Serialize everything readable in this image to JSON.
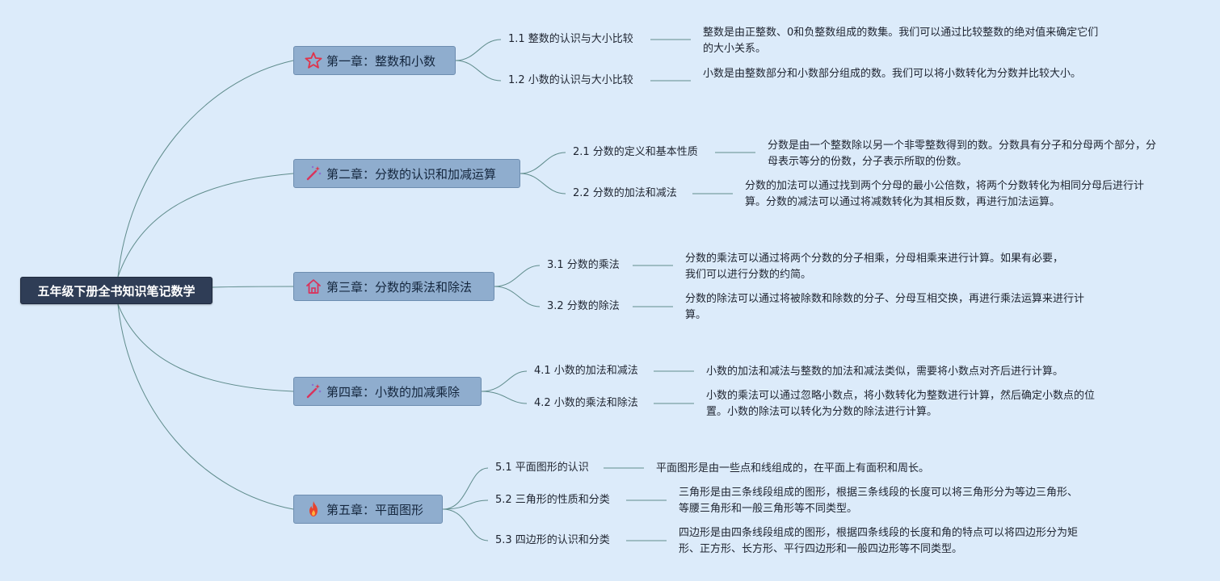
{
  "root": {
    "title": "五年级下册全书知识笔记数学"
  },
  "colors": {
    "background": "#dcebfa",
    "root_fill": "#2f3d56",
    "chapter_fill": "#8fadce",
    "connector": "#5f8c8c"
  },
  "chapters": [
    {
      "title": "第一章：整数和小数",
      "icon": "star-icon",
      "topics": [
        {
          "title": "1.1 整数的认识与大小比较",
          "desc": "整数是由正整数、0和负整数组成的数集。我们可以通过比较整数的绝对值来确定它们的大小关系。"
        },
        {
          "title": "1.2 小数的认识与大小比较",
          "desc": "小数是由整数部分和小数部分组成的数。我们可以将小数转化为分数并比较大小。"
        }
      ]
    },
    {
      "title": "第二章：分数的认识和加减运算",
      "icon": "magic-wand-icon",
      "topics": [
        {
          "title": "2.1 分数的定义和基本性质",
          "desc": "分数是由一个整数除以另一个非零整数得到的数。分数具有分子和分母两个部分，分母表示等分的份数，分子表示所取的份数。"
        },
        {
          "title": "2.2 分数的加法和减法",
          "desc": "分数的加法可以通过找到两个分母的最小公倍数，将两个分数转化为相同分母后进行计算。分数的减法可以通过将减数转化为其相反数，再进行加法运算。"
        }
      ]
    },
    {
      "title": "第三章：分数的乘法和除法",
      "icon": "home-icon",
      "topics": [
        {
          "title": "3.1 分数的乘法",
          "desc": "分数的乘法可以通过将两个分数的分子相乘，分母相乘来进行计算。如果有必要，我们可以进行分数的约简。"
        },
        {
          "title": "3.2 分数的除法",
          "desc": "分数的除法可以通过将被除数和除数的分子、分母互相交换，再进行乘法运算来进行计算。"
        }
      ]
    },
    {
      "title": "第四章：小数的加减乘除",
      "icon": "magic-wand-icon",
      "topics": [
        {
          "title": "4.1 小数的加法和减法",
          "desc": "小数的加法和减法与整数的加法和减法类似，需要将小数点对齐后进行计算。"
        },
        {
          "title": "4.2 小数的乘法和除法",
          "desc": "小数的乘法可以通过忽略小数点，将小数转化为整数进行计算，然后确定小数点的位置。小数的除法可以转化为分数的除法进行计算。"
        }
      ]
    },
    {
      "title": "第五章：平面图形",
      "icon": "fire-icon",
      "topics": [
        {
          "title": "5.1 平面图形的认识",
          "desc": "平面图形是由一些点和线组成的，在平面上有面积和周长。"
        },
        {
          "title": "5.2 三角形的性质和分类",
          "desc": "三角形是由三条线段组成的图形，根据三条线段的长度可以将三角形分为等边三角形、等腰三角形和一般三角形等不同类型。"
        },
        {
          "title": "5.3 四边形的认识和分类",
          "desc": "四边形是由四条线段组成的图形，根据四条线段的长度和角的特点可以将四边形分为矩形、正方形、长方形、平行四边形和一般四边形等不同类型。"
        }
      ]
    }
  ]
}
